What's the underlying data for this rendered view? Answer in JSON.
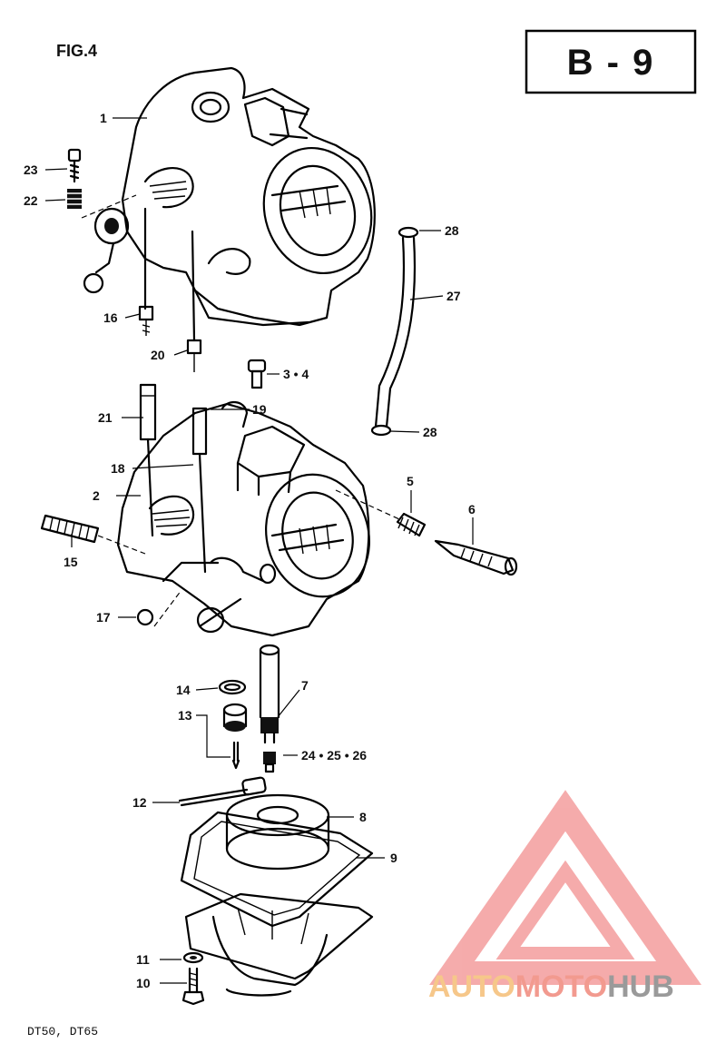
{
  "figure": {
    "title": "FIG.4",
    "code": "B - 9",
    "models": "DT50, DT65"
  },
  "watermark": {
    "part1": "AUTO",
    "part2": "MOTO",
    "part3": "HUB",
    "colors": {
      "auto": "#f6c78a",
      "moto": "#f29a8f",
      "hub": "#9a9a9a",
      "logo": "#f4a3a3"
    }
  },
  "callouts": [
    {
      "key": "c1",
      "text": "1"
    },
    {
      "key": "c2",
      "text": "2"
    },
    {
      "key": "c34",
      "text": "3 • 4"
    },
    {
      "key": "c5",
      "text": "5"
    },
    {
      "key": "c6",
      "text": "6"
    },
    {
      "key": "c7",
      "text": "7"
    },
    {
      "key": "c8",
      "text": "8"
    },
    {
      "key": "c9",
      "text": "9"
    },
    {
      "key": "c10",
      "text": "10"
    },
    {
      "key": "c11",
      "text": "11"
    },
    {
      "key": "c12",
      "text": "12"
    },
    {
      "key": "c13",
      "text": "13"
    },
    {
      "key": "c14",
      "text": "14"
    },
    {
      "key": "c15",
      "text": "15"
    },
    {
      "key": "c16",
      "text": "16"
    },
    {
      "key": "c17",
      "text": "17"
    },
    {
      "key": "c18",
      "text": "18"
    },
    {
      "key": "c19",
      "text": "19"
    },
    {
      "key": "c20",
      "text": "20"
    },
    {
      "key": "c21",
      "text": "21"
    },
    {
      "key": "c22",
      "text": "22"
    },
    {
      "key": "c23",
      "text": "23"
    },
    {
      "key": "c242526",
      "text": "24 • 25 • 26"
    },
    {
      "key": "c27",
      "text": "27"
    },
    {
      "key": "c28a",
      "text": "28"
    },
    {
      "key": "c28b",
      "text": "28"
    }
  ]
}
